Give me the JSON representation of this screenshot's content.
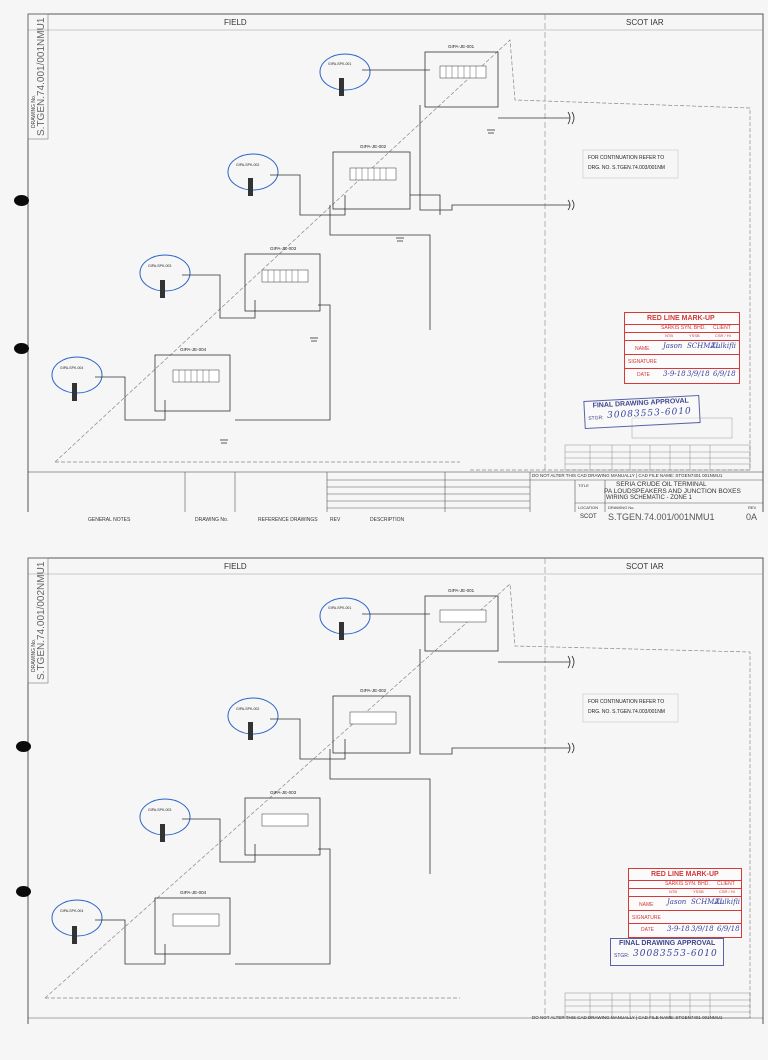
{
  "sheets": [
    {
      "field_label": "FIELD",
      "scot_label": "SCOT IAR",
      "drawing_label": "DRAWING No.",
      "drawing_no": "S.TGEN.74.001/001NMU1",
      "continuation": [
        "FOR CONTINUATION REFER TO",
        "DRG. NO. S.TGEN.74.003/001NM"
      ],
      "junction_boxes": [
        "GIPA-JE-001",
        "GIPA-JE-002",
        "GIPA-JE-003",
        "GIPA-JE-004"
      ],
      "speakers": [
        "GIPA-SPK-001",
        "GIPA-SPK-002",
        "GIPA-SPK-003",
        "GIPA-SPK-004"
      ],
      "red_markup": {
        "title": "RED LINE MARK-UP",
        "cols": [
          "SARKIS SYN. BHD.",
          "CLIENT"
        ],
        "sub_cols": [
          "NTB",
          "YSSB",
          "CSR / HI"
        ],
        "rows": [
          "NAME",
          "SIGNATURE",
          "DATE"
        ],
        "names": [
          "Jason",
          "SCHMAL",
          "Zulkifli"
        ],
        "dates": [
          "3-9-18",
          "3/9/18",
          "6/9/18"
        ]
      },
      "final_approval": {
        "title": "FINAL DRAWING APPROVAL",
        "label": "STGR:",
        "number": "30083553-6010"
      },
      "general_notes_label": "GENERAL NOTES",
      "reference_label": "REFERENCE DRAWINGS",
      "drawing_no_label": "DRAWING No.",
      "rev_label": "REV",
      "description_label": "DESCRIPTION",
      "do_not_alter": "DO NOT ALTER THIS CAD DRAWING MANUALLY | CAD FILE NAME: STGEN7401 001NMU1",
      "title_block": {
        "title_label": "TITLE",
        "title_lines": [
          "SERIA CRUDE OIL TERMINAL",
          "PA LOUDSPEAKERS AND JUNCTION BOXES",
          "WIRING SCHEMATIC - ZONE 1"
        ],
        "location_label": "LOCATION",
        "location": "SCOT",
        "drawing_no_label": "DRAWING No.",
        "drawing_no": "S.TGEN.74.001/001NMU1",
        "rev_label": "REV",
        "rev": "0A"
      }
    },
    {
      "field_label": "FIELD",
      "scot_label": "SCOT IAR",
      "drawing_label": "DRAWING No.",
      "drawing_no": "S.TGEN.74.001/002NMU1",
      "continuation": [
        "FOR CONTINUATION REFER TO",
        "DRG. NO. S.TGEN.74.003/001NM"
      ],
      "junction_boxes": [
        "GIPA-JE-001",
        "GIPA-JE-002",
        "GIPA-JE-003",
        "GIPA-JE-004"
      ],
      "speakers": [
        "GIPA-SPK-001",
        "GIPA-SPK-002",
        "GIPA-SPK-003",
        "GIPA-SPK-004"
      ],
      "red_markup": {
        "title": "RED LINE MARK-UP",
        "cols": [
          "SARKIS SYN. BHD.",
          "CLIENT"
        ],
        "sub_cols": [
          "NTB",
          "YSSB",
          "CSR / HI"
        ],
        "rows": [
          "NAME",
          "SIGNATURE",
          "DATE"
        ],
        "names": [
          "Jason",
          "SCHMAL",
          "Zulkifli"
        ],
        "dates": [
          "3-9-18",
          "3/9/18",
          "6/9/18"
        ]
      },
      "final_approval": {
        "title": "FINAL DRAWING APPROVAL",
        "label": "STGR:",
        "number": "30083553-6010"
      },
      "do_not_alter": "DO NOT ALTER THIS CAD DRAWING MANUALLY | CAD FILE NAME: STGEN7401 001NMU1"
    }
  ]
}
